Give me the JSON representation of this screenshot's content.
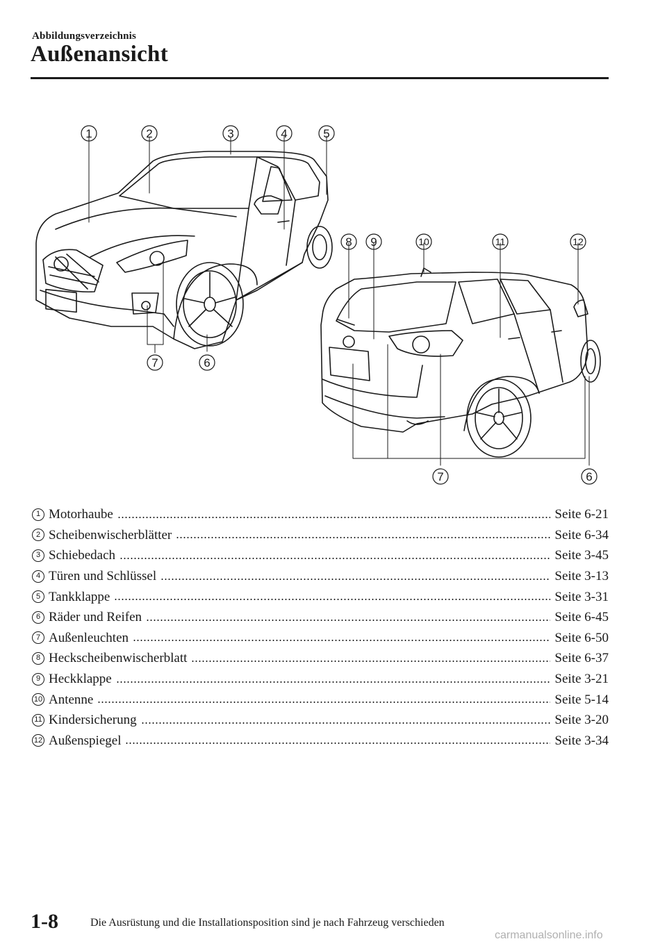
{
  "header": {
    "section_label": "Abbildungsverzeichnis",
    "title": "Außenansicht"
  },
  "callouts": {
    "front": [
      "1",
      "2",
      "3",
      "4",
      "5",
      "7",
      "6"
    ],
    "rear": [
      "8",
      "9",
      "10",
      "11",
      "12",
      "7",
      "6"
    ]
  },
  "index_items": [
    {
      "num": "1",
      "label": "Motorhaube",
      "page": "Seite 6-21"
    },
    {
      "num": "2",
      "label": "Scheibenwischerblätter",
      "page": "Seite 6-34"
    },
    {
      "num": "3",
      "label": "Schiebedach",
      "page": "Seite 3-45"
    },
    {
      "num": "4",
      "label": "Türen und Schlüssel",
      "page": "Seite 3-13"
    },
    {
      "num": "5",
      "label": "Tankklappe",
      "page": "Seite 3-31"
    },
    {
      "num": "6",
      "label": "Räder und Reifen",
      "page": "Seite 6-45"
    },
    {
      "num": "7",
      "label": "Außenleuchten",
      "page": "Seite 6-50"
    },
    {
      "num": "8",
      "label": "Heckscheibenwischerblatt",
      "page": "Seite 6-37"
    },
    {
      "num": "9",
      "label": "Heckklappe",
      "page": "Seite 3-21"
    },
    {
      "num": "10",
      "label": "Antenne",
      "page": "Seite 5-14"
    },
    {
      "num": "11",
      "label": "Kindersicherung",
      "page": "Seite 3-20"
    },
    {
      "num": "12",
      "label": "Außenspiegel",
      "page": "Seite 3-34"
    }
  ],
  "footer": {
    "page_number": "1-8",
    "note": "Die Ausrüstung und die Installationsposition sind je nach Fahrzeug verschieden"
  },
  "watermark": "carmanualsonline.info"
}
